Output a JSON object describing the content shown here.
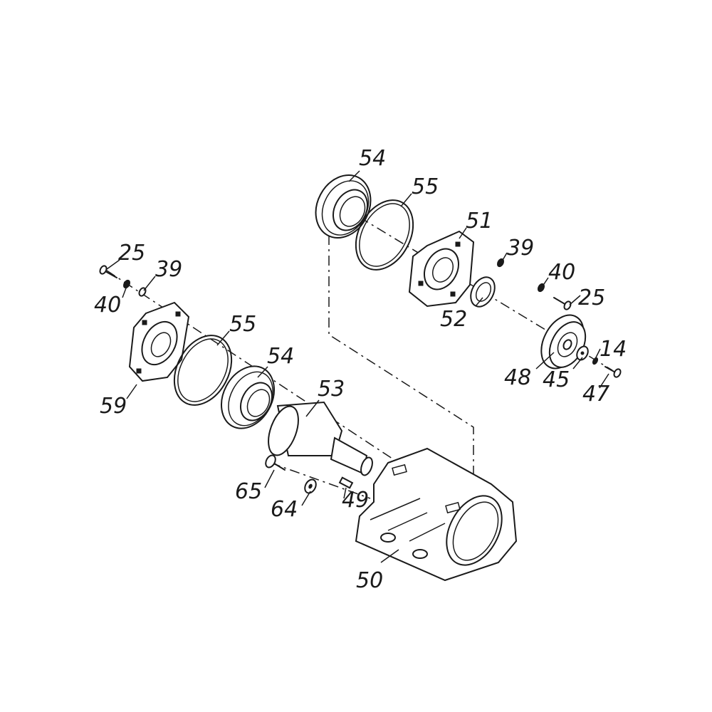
{
  "parts": {
    "p54_top": "54",
    "p55_top": "55",
    "p51": "51",
    "p39_right": "39",
    "p40_right": "40",
    "p25_right": "25",
    "p52": "52",
    "p14": "14",
    "p48": "48",
    "p45": "45",
    "p47": "47",
    "p25_left": "25",
    "p39_left": "39",
    "p40_left": "40",
    "p55_left": "55",
    "p54_left": "54",
    "p59": "59",
    "p53": "53",
    "p65": "65",
    "p64": "64",
    "p49": "49",
    "p50": "50"
  }
}
